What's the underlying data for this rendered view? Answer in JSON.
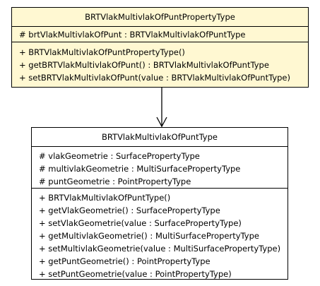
{
  "diagram": {
    "top_class": {
      "name": "BRTVlakMultivlakOfPuntPropertyType",
      "attributes": [
        "# brtVlakMultivlakOfPunt : BRTVlakMultivlakOfPuntType"
      ],
      "operations": [
        "+ BRTVlakMultivlakOfPuntPropertyType()",
        "+ getBRTVlakMultivlakOfPunt() : BRTVlakMultivlakOfPuntType",
        "+ setBRTVlakMultivlakOfPunt(value : BRTVlakMultivlakOfPuntType)"
      ],
      "fill_color": "#fff8d2"
    },
    "bottom_class": {
      "name": "BRTVlakMultivlakOfPuntType",
      "attributes": [
        "# vlakGeometrie : SurfacePropertyType",
        "# multivlakGeometrie : MultiSurfacePropertyType",
        "# puntGeometrie : PointPropertyType"
      ],
      "operations": [
        "+ BRTVlakMultivlakOfPuntType()",
        "+ getVlakGeometrie() : SurfacePropertyType",
        "+ setVlakGeometrie(value : SurfacePropertyType)",
        "+ getMultivlakGeometrie() : MultiSurfacePropertyType",
        "+ setMultivlakGeometrie(value : MultiSurfacePropertyType)",
        "+ getPuntGeometrie() : PointPropertyType",
        "+ setPuntGeometrie(value : PointPropertyType)"
      ],
      "fill_color": "#ffffff"
    },
    "relation": {
      "type": "navigable-association",
      "from": "BRTVlakMultivlakOfPuntPropertyType",
      "to": "BRTVlakMultivlakOfPuntType"
    }
  }
}
